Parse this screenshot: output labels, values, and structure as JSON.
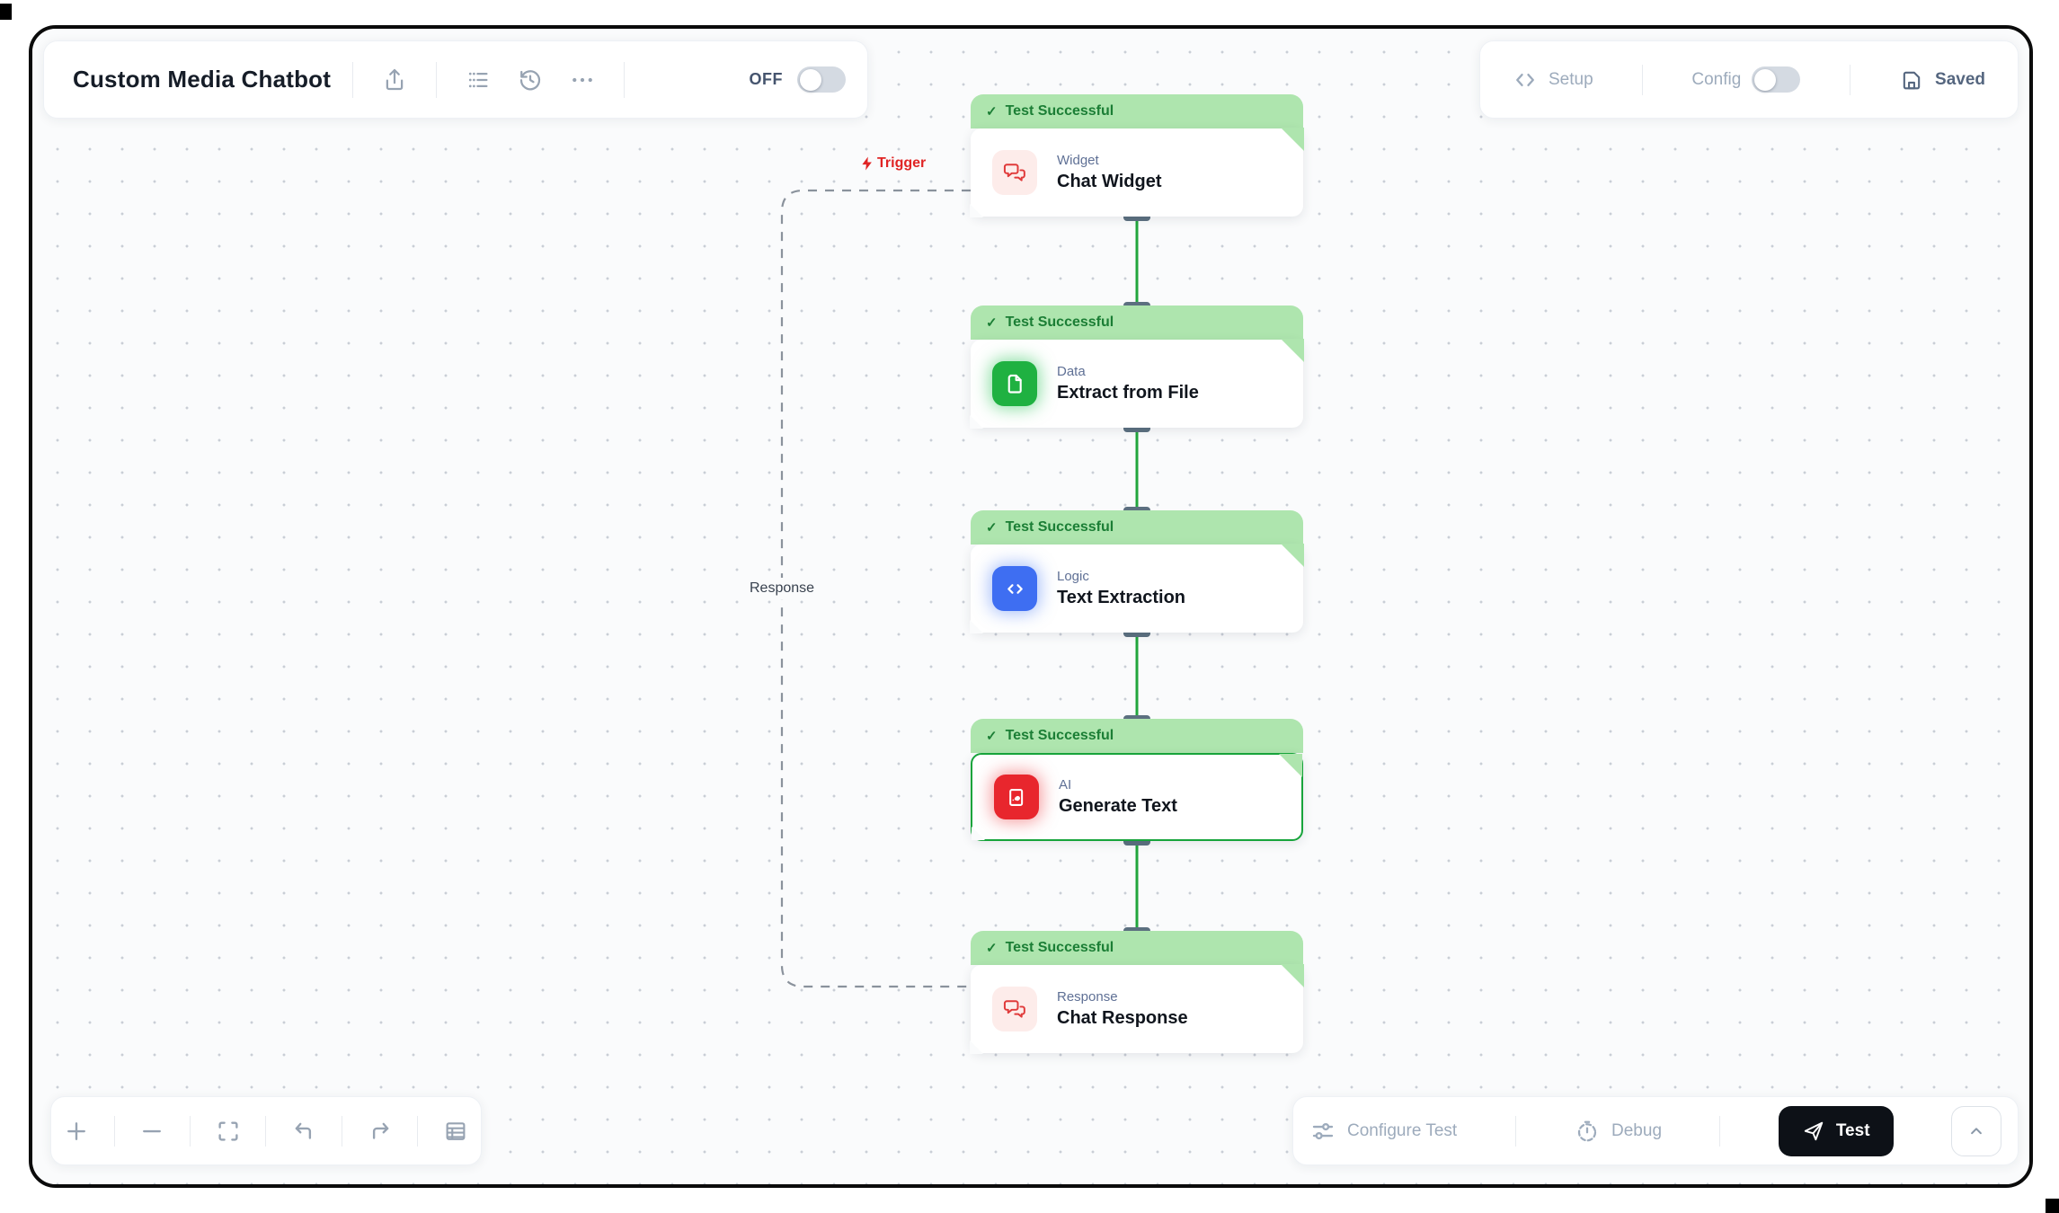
{
  "header": {
    "title": "Custom Media Chatbot",
    "off_label": "OFF",
    "setup_label": "Setup",
    "config_label": "Config",
    "saved_label": "Saved"
  },
  "canvas": {
    "trigger_label": "Trigger",
    "response_label": "Response",
    "nodes": [
      {
        "status": "Test Successful",
        "category": "Widget",
        "title": "Chat Widget",
        "icon": "chat-bubbles-icon",
        "accent": "#e03a3a",
        "selected": false
      },
      {
        "status": "Test Successful",
        "category": "Data",
        "title": "Extract from File",
        "icon": "file-icon",
        "accent": "#1fb141",
        "selected": false
      },
      {
        "status": "Test Successful",
        "category": "Logic",
        "title": "Text Extraction",
        "icon": "code-icon",
        "accent": "#3e6ef2",
        "selected": false
      },
      {
        "status": "Test Successful",
        "category": "AI",
        "title": "Generate Text",
        "icon": "doc-pen-icon",
        "accent": "#e8262d",
        "selected": true
      },
      {
        "status": "Test Successful",
        "category": "Response",
        "title": "Chat Response",
        "icon": "chat-bubbles-icon",
        "accent": "#e03a3a",
        "selected": false
      }
    ]
  },
  "footer": {
    "configure_test_label": "Configure Test",
    "debug_label": "Debug",
    "test_label": "Test"
  },
  "colors": {
    "banner_bg": "#aee5ae",
    "banner_text": "#1b7e35",
    "connector_green": "#21a63c",
    "trigger_red": "#e02424",
    "selected_border": "#17a43b",
    "canvas_bg": "#fafbfc",
    "test_button_bg": "#0d1117"
  }
}
